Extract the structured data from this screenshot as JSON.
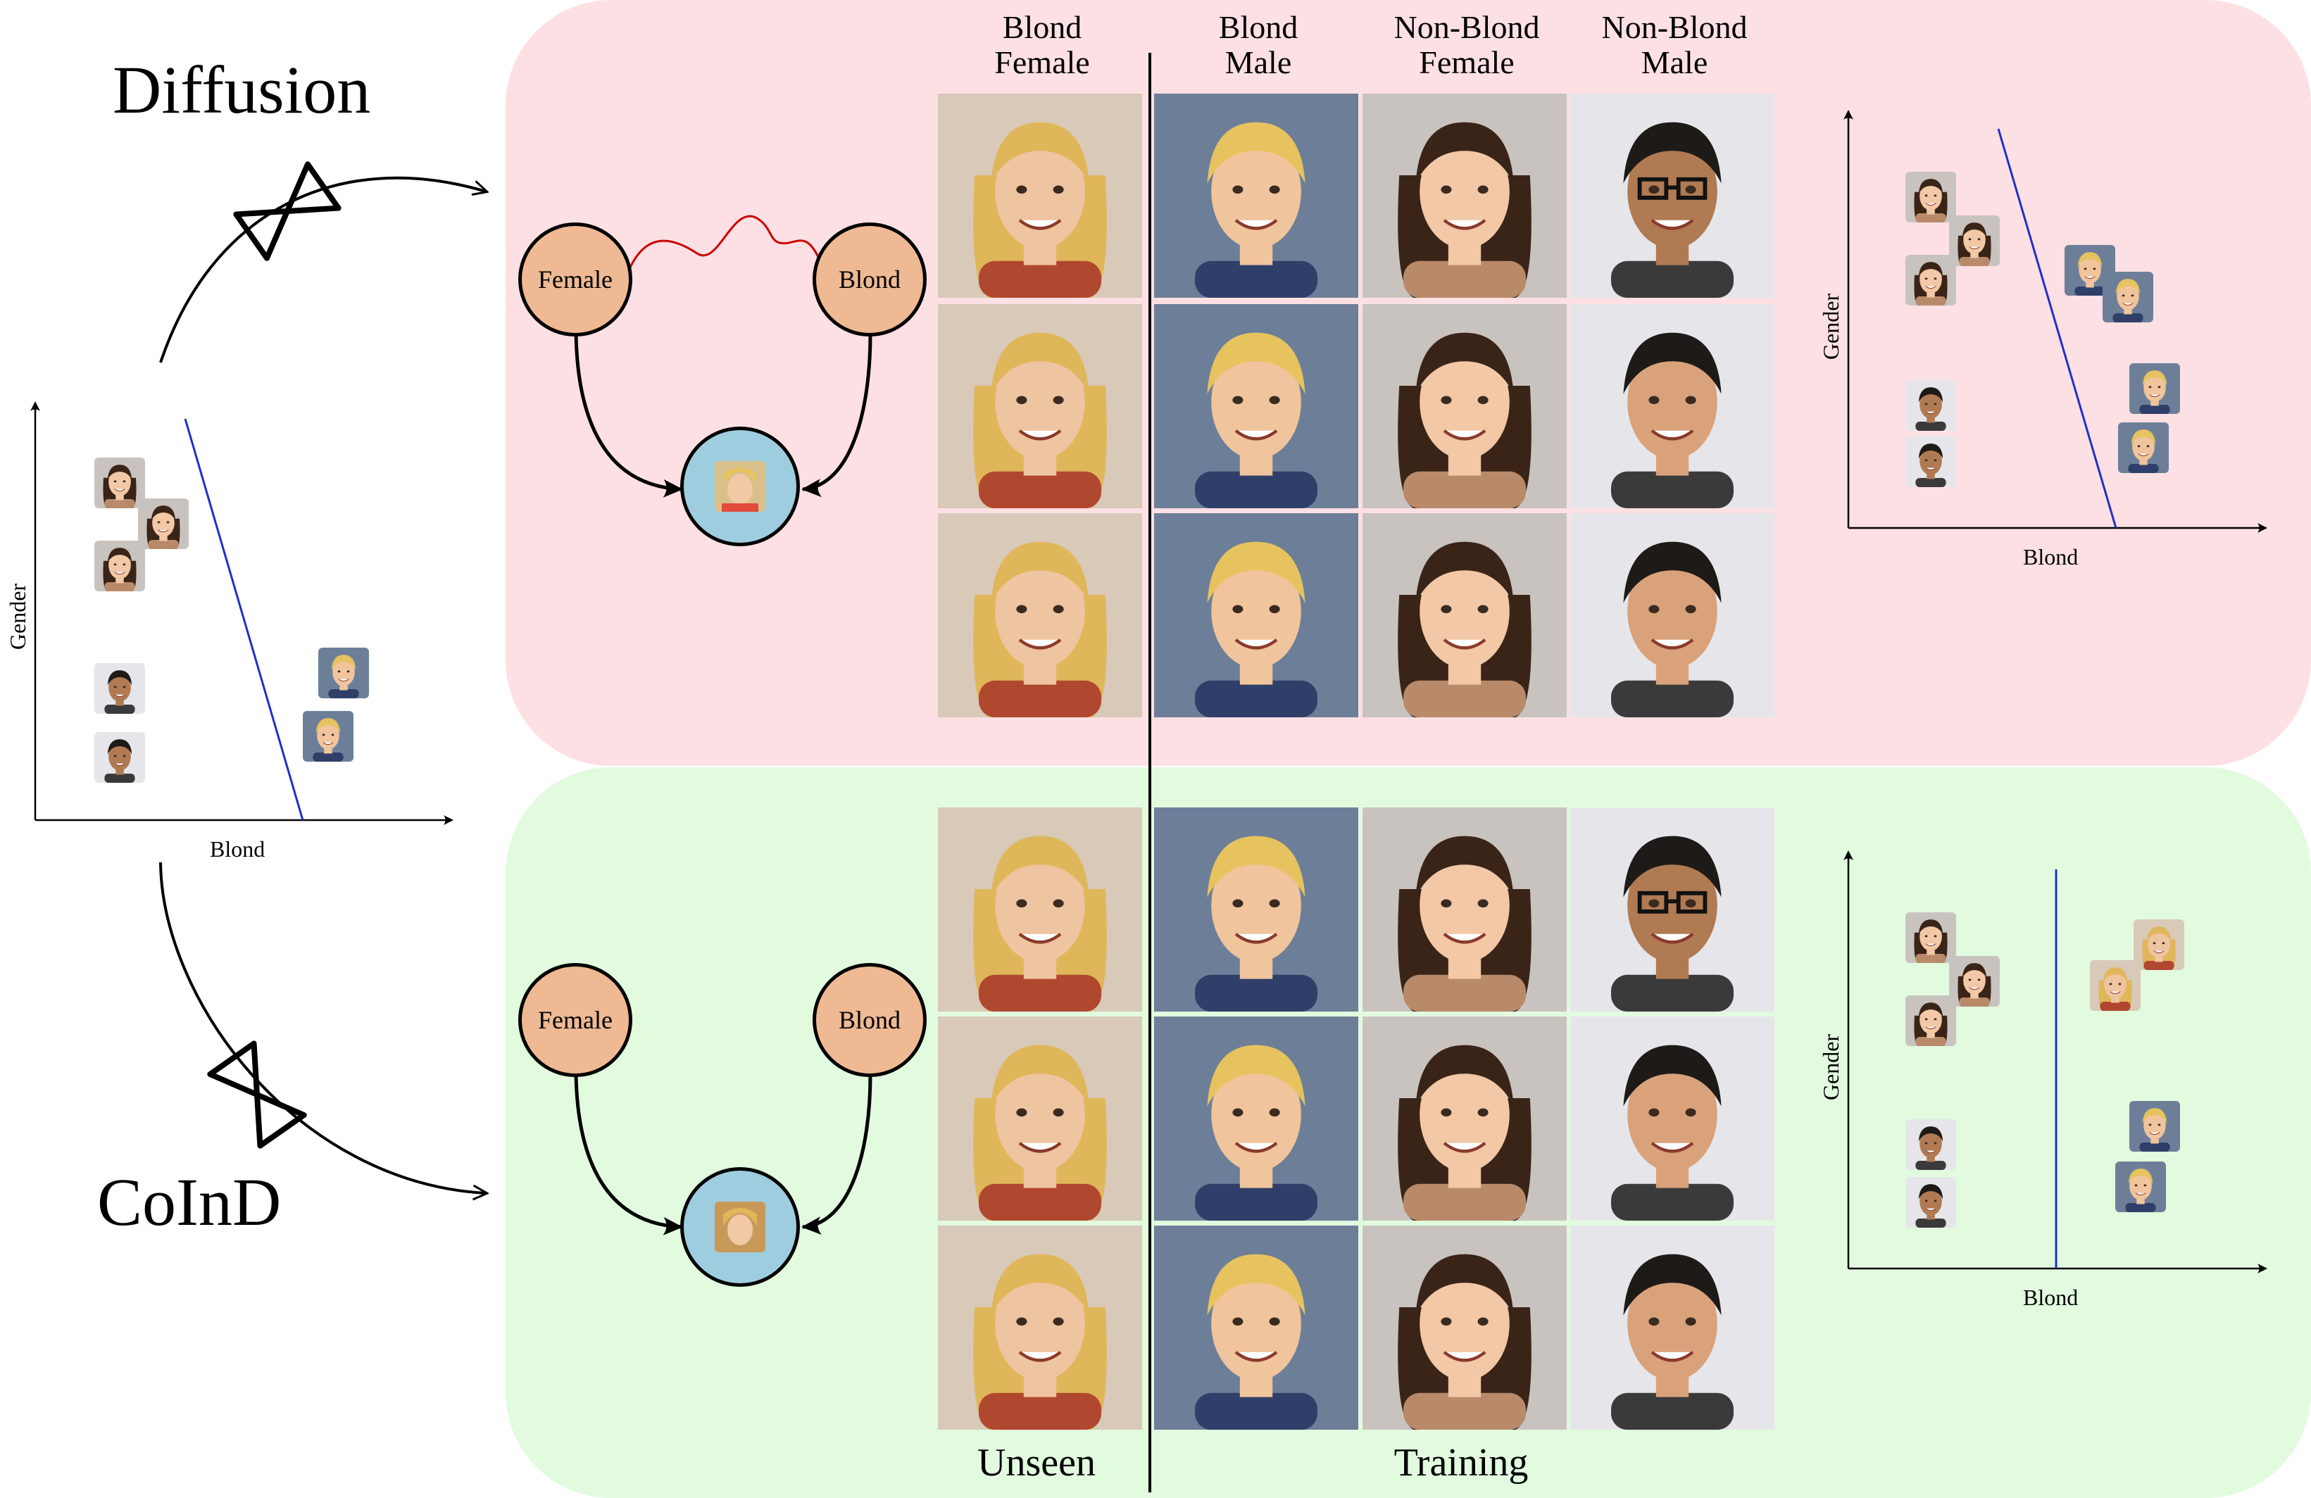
{
  "methods": {
    "top": "Diffusion",
    "bottom": "CoInD"
  },
  "column_headers": [
    {
      "line1": "Blond",
      "line2": "Female"
    },
    {
      "line1": "Blond",
      "line2": "Male"
    },
    {
      "line1": "Non-Blond",
      "line2": "Female"
    },
    {
      "line1": "Non-Blond",
      "line2": "Male"
    }
  ],
  "footer": {
    "unseen": "Unseen",
    "training": "Training"
  },
  "graph": {
    "node_female": "Female",
    "node_blond": "Blond"
  },
  "plots": {
    "left": {
      "xlabel": "Blond",
      "ylabel": "Gender"
    },
    "top_right": {
      "xlabel": "Blond",
      "ylabel": "Gender"
    },
    "bottom_right": {
      "xlabel": "Blond",
      "ylabel": "Gender"
    }
  },
  "colors": {
    "panel_top_bg": "#fde0e3",
    "panel_bottom_bg": "#e2fbdf",
    "attr_node": "#eeb993",
    "output_node": "#9fcde0",
    "dependency_edge": "#cc0000",
    "decision_line": "#1f2fcc"
  }
}
